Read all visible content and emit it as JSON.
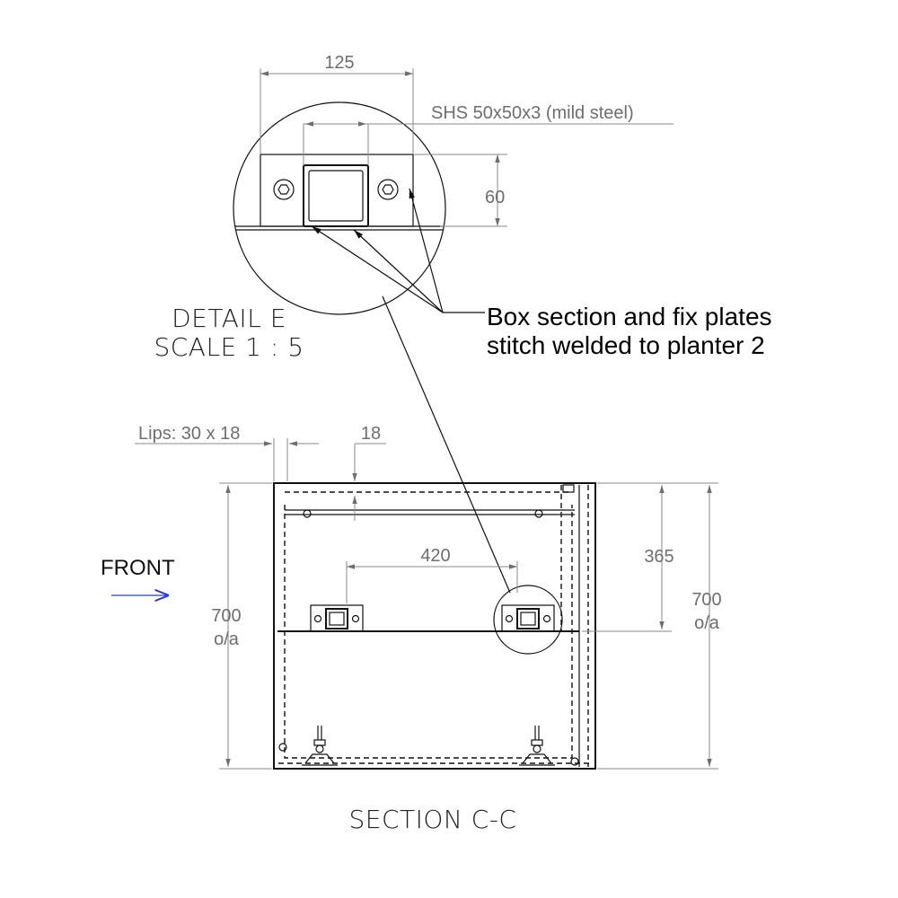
{
  "detail": {
    "title": "DETAIL E",
    "scale": "SCALE 1 : 5",
    "dim_width": "125",
    "dim_height": "60",
    "material": "SHS 50x50x3 (mild steel)"
  },
  "note": {
    "line1": "Box section and fix plates",
    "line2": "stitch welded to planter 2"
  },
  "section": {
    "title": "SECTION C-C",
    "lips_label": "Lips: 30 x 18",
    "dim_top": "18",
    "dim_spacing": "420",
    "dim_shelf_depth": "365",
    "dim_height_left_value": "700",
    "dim_height_left_unit": "o/a",
    "dim_height_right_value": "700",
    "dim_height_right_unit": "o/a"
  },
  "front": {
    "label": "FRONT",
    "arrow_color": "#2a3bd8"
  }
}
